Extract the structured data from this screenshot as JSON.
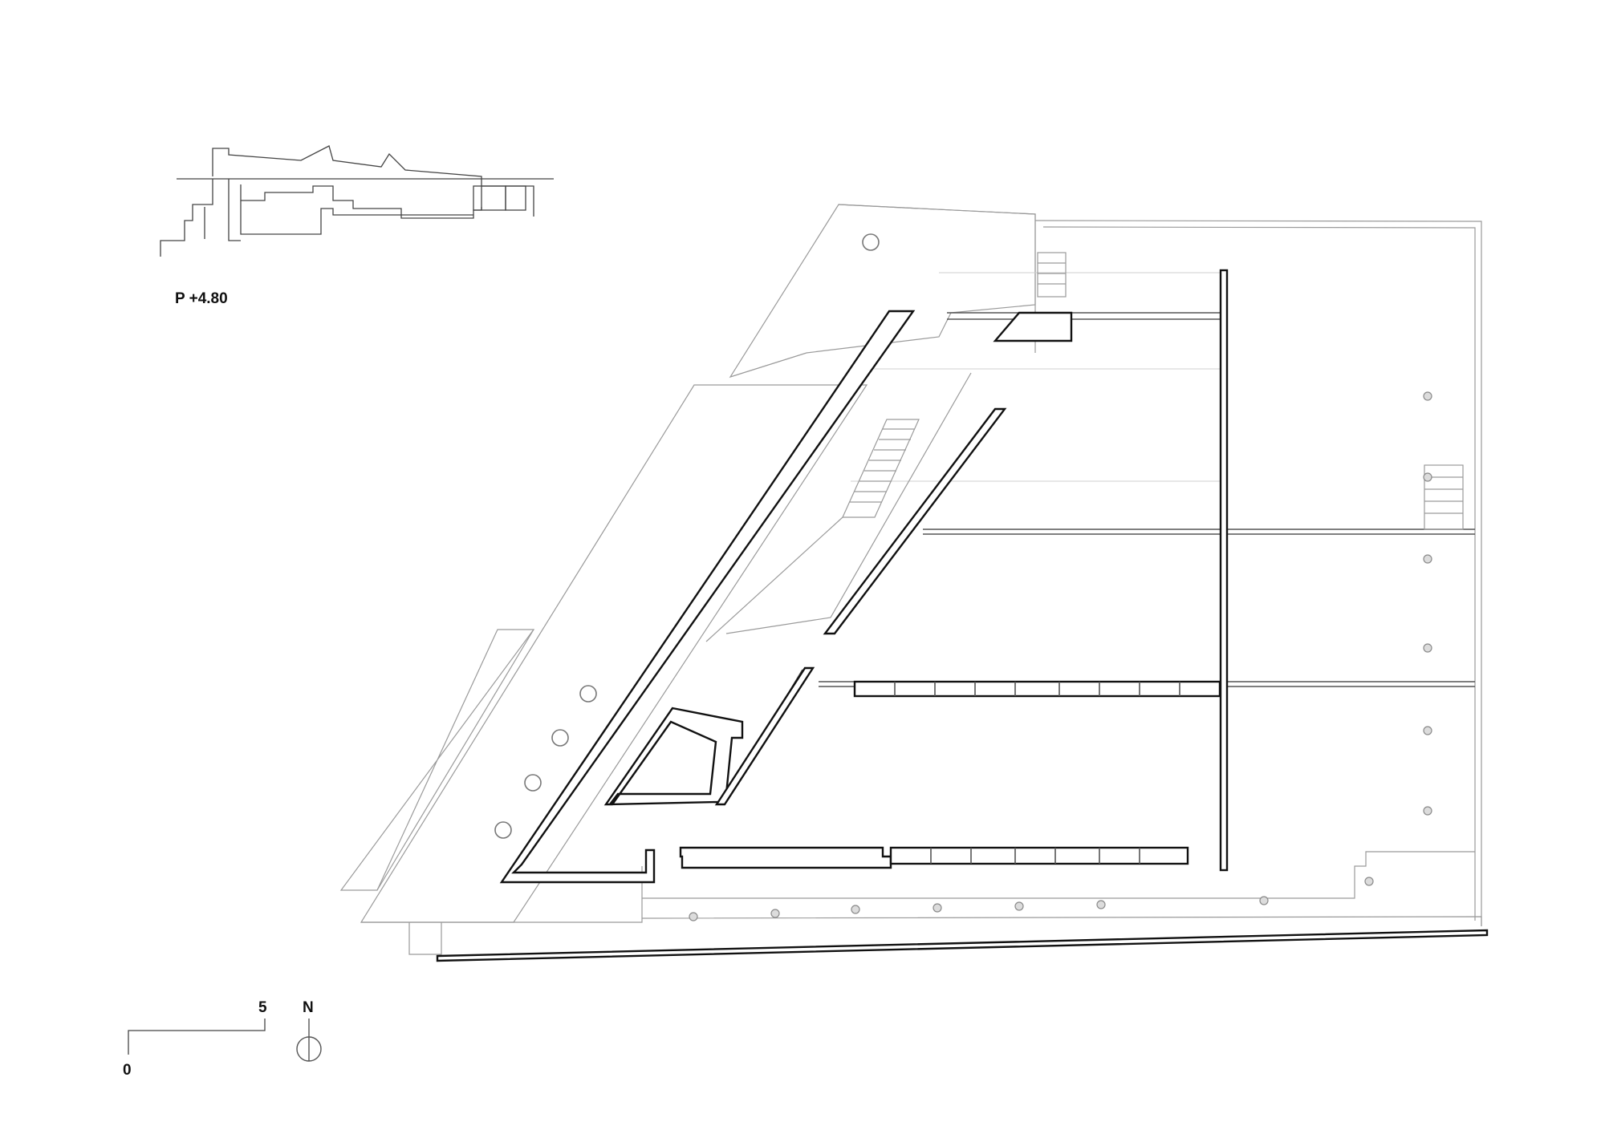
{
  "labels": {
    "level": "P +4.80",
    "scale_start": "0",
    "scale_end": "5",
    "north": "N"
  },
  "icons": [
    "key-section-diagram",
    "north-arrow-icon",
    "scale-bar"
  ]
}
